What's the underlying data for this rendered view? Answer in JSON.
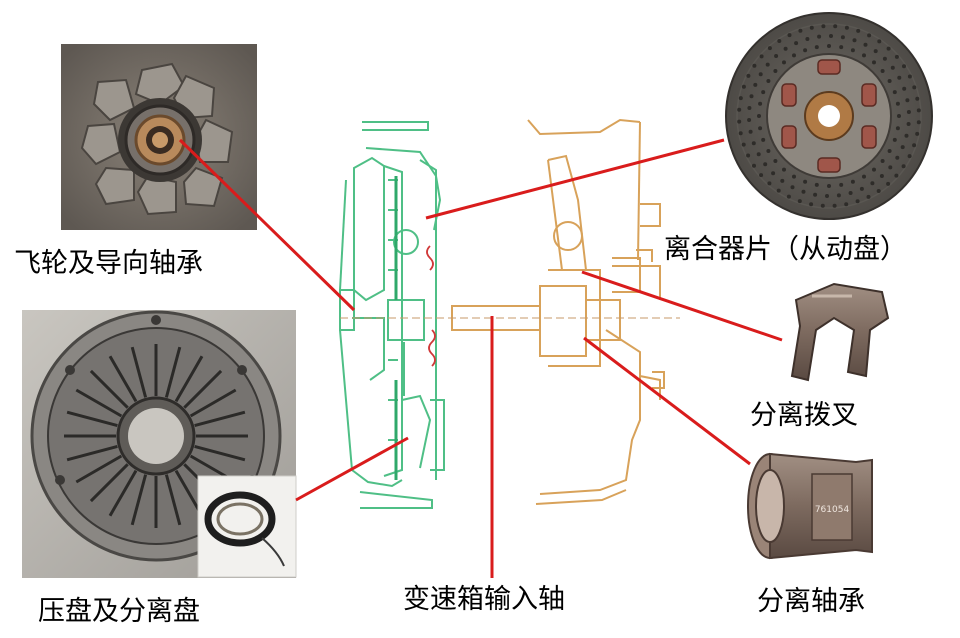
{
  "labels": {
    "flywheel": "飞轮及导向轴承",
    "clutch_disc": "离合器片（从动盘）",
    "release_fork": "分离拨叉",
    "release_bearing": "分离轴承",
    "input_shaft": "变速箱输入轴",
    "pressure_plate": "压盘及分离盘"
  },
  "colors": {
    "leader_line": "#d91c1c",
    "drawing_green": "#4fbf86",
    "drawing_orange": "#d8a25a",
    "spring_red": "#d03838",
    "label_text": "#000000"
  },
  "icons": {
    "flywheel_photo": "flywheel-pilot-bearing-photo",
    "clutch_disc_photo": "clutch-disc-photo",
    "pressure_plate_photo": "pressure-plate-photo",
    "release_ring_photo": "release-ring-photo",
    "release_fork_photo": "release-fork-photo",
    "release_bearing_photo": "release-bearing-photo",
    "cross_section": "clutch-cross-section-drawing"
  },
  "release_bearing_marking": "761054"
}
